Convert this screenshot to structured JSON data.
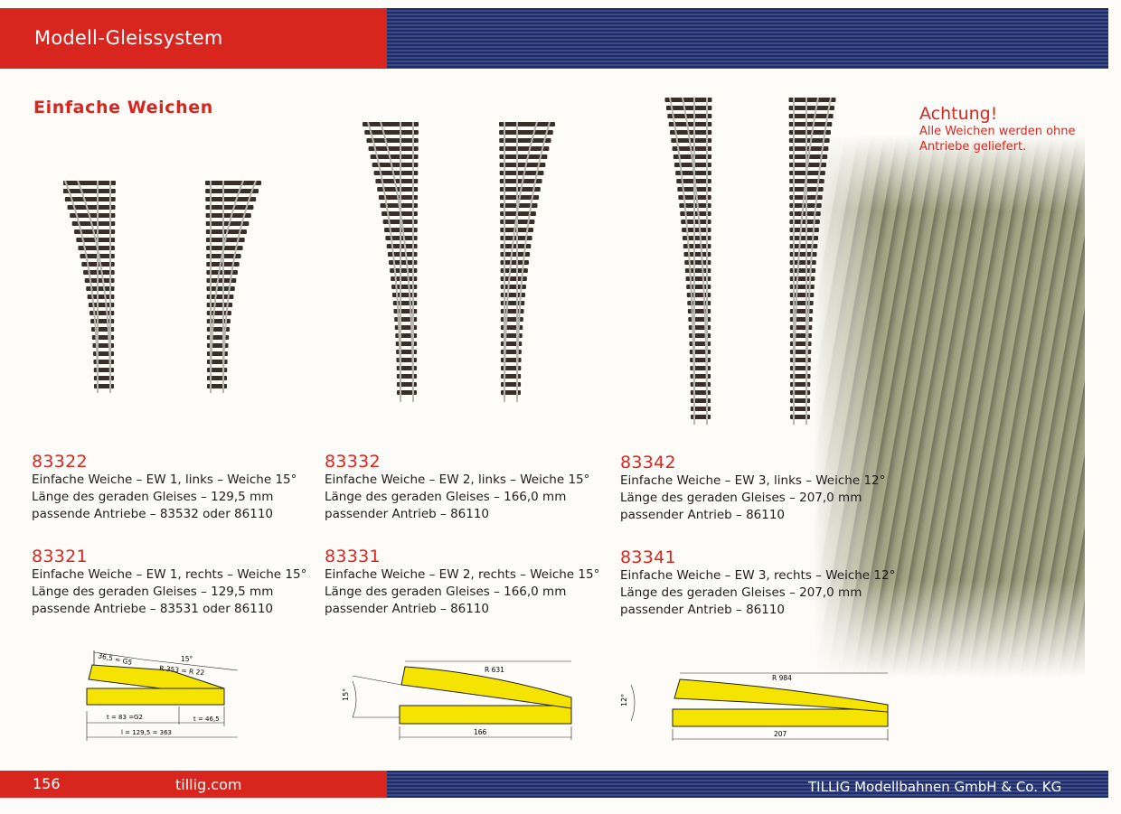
{
  "header": {
    "title": "Modell-Gleissystem"
  },
  "section": {
    "title": "Einfache Weichen"
  },
  "notice": {
    "title": "Achtung!",
    "text_line1": "Alle Weichen werden ohne",
    "text_line2": "Antriebe geliefert."
  },
  "products": [
    {
      "code": "83322",
      "line1": "Einfache Weiche – EW 1, links – Weiche 15°",
      "line2": "Länge des geraden Gleises – 129,5 mm",
      "line3": "passende Antriebe – 83532 oder 86110"
    },
    {
      "code": "83321",
      "line1": "Einfache Weiche – EW 1, rechts – Weiche 15°",
      "line2": "Länge des geraden Gleises – 129,5 mm",
      "line3": "passende Antriebe – 83531 oder 86110"
    },
    {
      "code": "83332",
      "line1": "Einfache Weiche – EW 2, links – Weiche 15°",
      "line2": "Länge des geraden Gleises – 166,0 mm",
      "line3": "passender Antrieb – 86110"
    },
    {
      "code": "83331",
      "line1": "Einfache Weiche – EW 2, rechts – Weiche 15°",
      "line2": "Länge des geraden Gleises – 166,0 mm",
      "line3": "passender Antrieb – 86110"
    },
    {
      "code": "83342",
      "line1": "Einfache Weiche – EW 3, links – Weiche 12°",
      "line2": "Länge des geraden Gleises – 207,0 mm",
      "line3": "passender Antrieb – 86110"
    },
    {
      "code": "83341",
      "line1": "Einfache Weiche – EW 3, rechts – Weiche 12°",
      "line2": "Länge des geraden Gleises – 207,0 mm",
      "line3": "passender Antrieb – 86110"
    }
  ],
  "diagrams": {
    "ew1": {
      "d1": "36,5 = G5",
      "angle": "15°",
      "radius": "R 353 = R 22",
      "t1": "t = 83 =G2",
      "t2": "t = 46,5",
      "length": "l = 129,5 = 363"
    },
    "ew2": {
      "angle": "15°",
      "radius": "R 631",
      "length": "166"
    },
    "ew3": {
      "angle": "12°",
      "radius": "R 984",
      "length": "207"
    }
  },
  "footer": {
    "page": "156",
    "url": "tillig.com",
    "company": "TILLIG Modellbahnen GmbH & Co. KG"
  },
  "colors": {
    "accent_red": "#d8261f",
    "navy": "#1f2c63",
    "diagram_yellow": "#f4e400"
  }
}
